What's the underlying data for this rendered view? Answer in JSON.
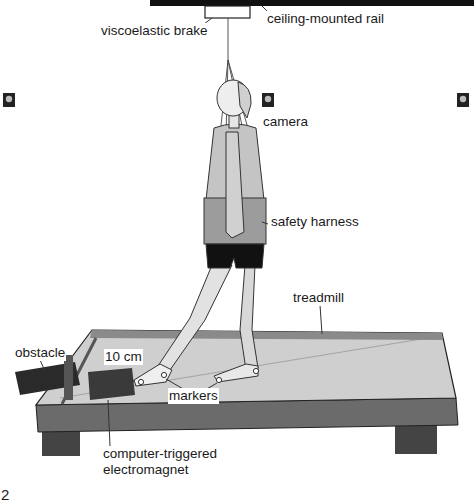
{
  "diagram": {
    "labels": [
      "ceiling-mounted rail",
      "viscoelastic brake",
      "camera",
      "safety harness",
      "treadmill",
      "obstacle",
      "10 cm",
      "markers",
      "computer-triggered electromagnet",
      "2"
    ]
  }
}
